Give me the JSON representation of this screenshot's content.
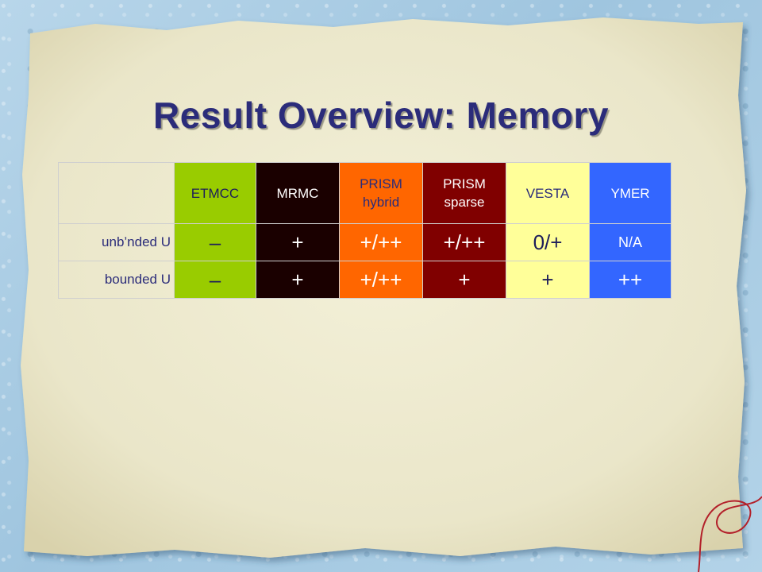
{
  "title": "Result Overview: Memory",
  "colors": {
    "ETMCC": "#99cc00",
    "MRMC": "#1a0000",
    "PRISM_hybrid": "#ff6600",
    "PRISM_sparse": "#800000",
    "VESTA": "#ffff99",
    "YMER": "#3366ff"
  },
  "table": {
    "columns": [
      "ETMCC",
      "MRMC",
      "PRISM hybrid",
      "PRISM sparse",
      "VESTA",
      "YMER"
    ],
    "rows": [
      {
        "label": "unb’nded U",
        "values": [
          "–",
          "+",
          "+/++",
          "+/++",
          "0/+",
          "N/A"
        ]
      },
      {
        "label": "bounded U",
        "values": [
          "–",
          "+",
          "+/++",
          "+",
          "+",
          "++"
        ]
      }
    ]
  }
}
